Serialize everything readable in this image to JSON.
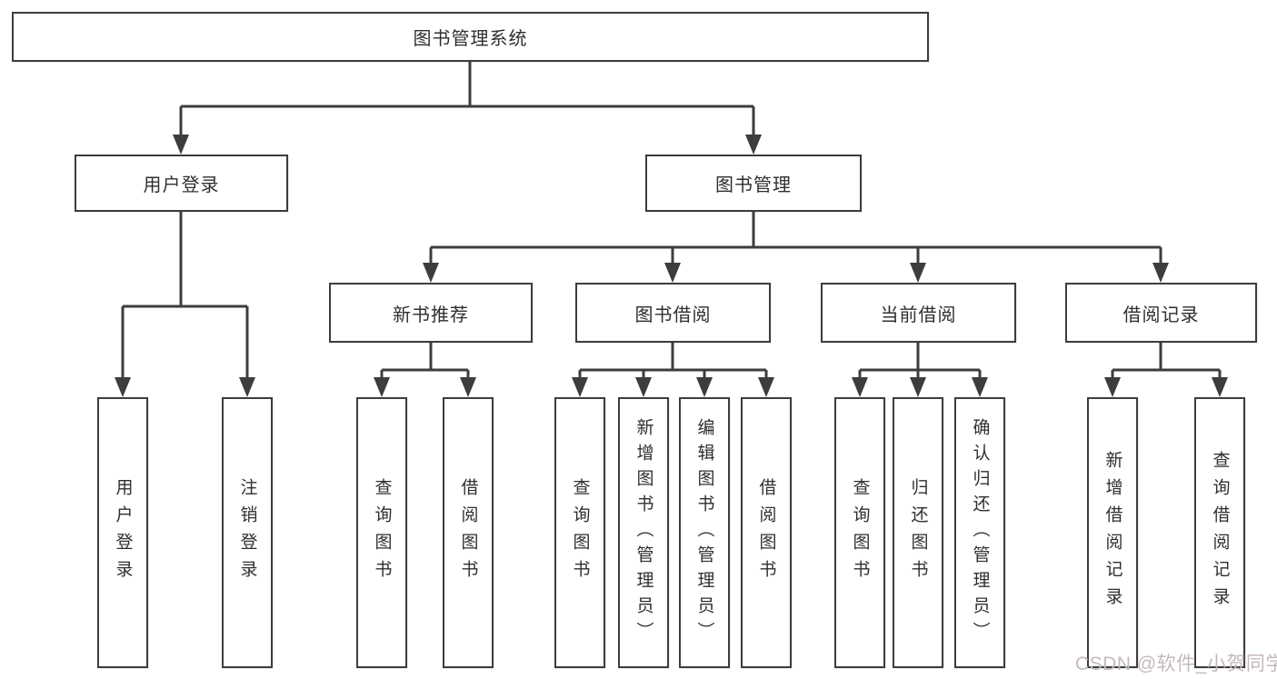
{
  "tree": {
    "root": "图书管理系统",
    "level2": [
      "用户登录",
      "图书管理"
    ],
    "level3": [
      "新书推荐",
      "图书借阅",
      "当前借阅",
      "借阅记录"
    ],
    "leafGroups": [
      [
        "用户登录",
        "注销登录"
      ],
      [
        "查询图书",
        "借阅图书"
      ],
      [
        "查询图书",
        "新增图书（管理员）",
        "编辑图书（管理员）",
        "借阅图书"
      ],
      [
        "查询图书",
        "归还图书",
        "确认归还（管理员）"
      ],
      [
        "新增借阅记录",
        "查询借阅记录"
      ]
    ]
  },
  "watermark": "CSDN @软件_小贺同学",
  "colors": {
    "line": "#3d3d3d",
    "box_border": "#3d3d3d",
    "text": "#2f2f2f",
    "background": "#ffffff",
    "watermark_text": "#c5b9b9"
  }
}
